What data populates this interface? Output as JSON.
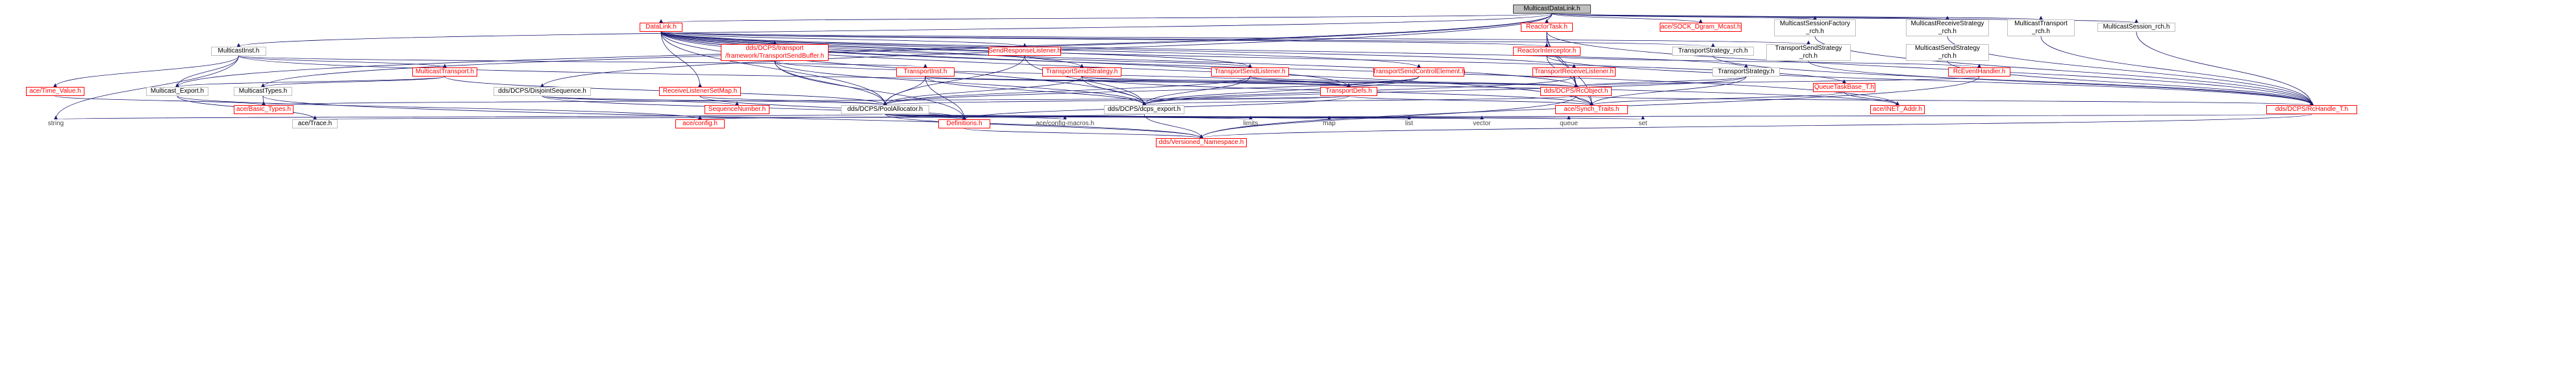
{
  "colors": {
    "edge": "#191970",
    "edge_red": "#ff0000",
    "root_fill": "#bfbfbf",
    "node_border": "#bfbfbf",
    "red_node": "#ff0000"
  },
  "nodes": {
    "root": "MulticastDataLink.h",
    "datalink": "DataLink.h",
    "reactortask": "ReactorTask.h",
    "sockdgram": "ace/SOCK_Dgram_Mcast.h",
    "msfactory": "MulticastSessionFactory\n_rch.h",
    "mrecvstrat": "MulticastReceiveStrategy\n_rch.h",
    "mtrans_rch": "MulticastTransport\n_rch.h",
    "msession_rch": "MulticastSession_rch.h",
    "minst": "MulticastInst.h",
    "tsendbuffer": "dds/DCPS/transport\n/framework/TransportSendBuffer.h",
    "sendresp": "SendResponseListener.h",
    "reactorintercept": "ReactorInterceptor.h",
    "tstrat_rch": "TransportStrategy_rch.h",
    "tsendstrat_rch": "TransportSendStrategy\n_rch.h",
    "msendstrat_rch": "MulticastSendStrategy\n_rch.h",
    "mtransport": "MulticastTransport.h",
    "tinst": "TransportInst.h",
    "tsendstrat": "TransportSendStrategy.h",
    "tsendlistener": "TransportSendListener.h",
    "tsendctrl": "TransportSendControlElement.h",
    "trecvlistener": "TransportReceiveListener.h",
    "tstrategy": "TransportStrategy.h",
    "rceventhandler": "RcEventHandler.h",
    "acetimevalue": "ace/Time_Value.h",
    "mexport": "Multicast_Export.h",
    "mtypes": "MulticastTypes.h",
    "disjoint": "dds/DCPS/DisjointSequence.h",
    "rlsetmap": "ReceiveListenerSetMap.h",
    "tdefs": "TransportDefs.h",
    "rcobject": "dds/DCPS/RcObject.h",
    "queuetaskbase": "QueueTaskBase_T.h",
    "acebasictypes": "ace/Basic_Types.h",
    "seqnum": "SequenceNumber.h",
    "poolalloc": "dds/DCPS/PoolAllocator.h",
    "ddsexport": "dds/DCPS/dcps_export.h",
    "synchtraits": "ace/Synch_Traits.h",
    "inetaddr": "ace/INET_Addr.h",
    "rchandle": "dds/DCPS/RcHandle_T.h",
    "string": "string",
    "acetrace": "ace/Trace.h",
    "aceconfig": "ace/config.h",
    "definitions": "Definitions.h",
    "configmacros": "ace/config-macros.h",
    "limits": "limits",
    "map": "map",
    "list": "list",
    "vector": "vector",
    "queue": "queue",
    "set": "set",
    "versioned": "dds/Versioned_Namespace.h"
  }
}
